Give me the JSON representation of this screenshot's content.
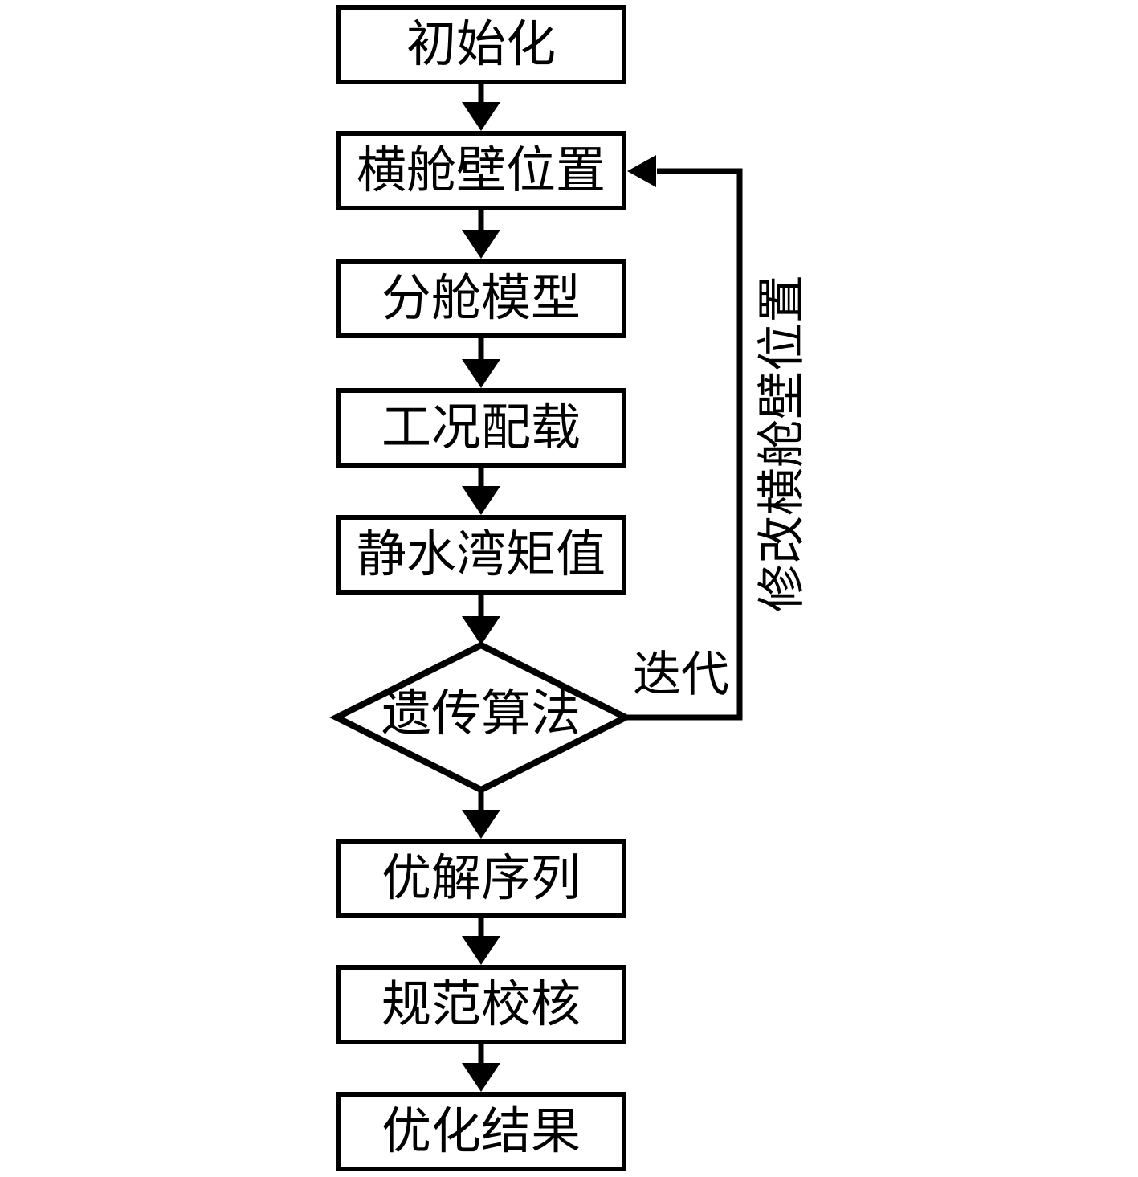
{
  "diagram": {
    "type": "flowchart",
    "title": "",
    "background_color": "#ffffff",
    "line_color": "#000000",
    "text_color": "#000000",
    "nodes": [
      {
        "id": "initialization",
        "shape": "rectangle",
        "label": "初始化"
      },
      {
        "id": "bulkhead-position",
        "shape": "rectangle",
        "label": "横舱壁位置"
      },
      {
        "id": "compartment-model",
        "shape": "rectangle",
        "label": "分舱模型"
      },
      {
        "id": "loading-condition",
        "shape": "rectangle",
        "label": "工况配载"
      },
      {
        "id": "still-water-bending-moment",
        "shape": "rectangle",
        "label": "静水湾矩值"
      },
      {
        "id": "genetic-algorithm",
        "shape": "diamond",
        "label": "遗传算法"
      },
      {
        "id": "optimal-solution-sequence",
        "shape": "rectangle",
        "label": "优解序列"
      },
      {
        "id": "rule-check",
        "shape": "rectangle",
        "label": "规范校核"
      },
      {
        "id": "optimization-result",
        "shape": "rectangle",
        "label": "优化结果"
      }
    ],
    "edges": [
      {
        "from": "initialization",
        "to": "bulkhead-position"
      },
      {
        "from": "bulkhead-position",
        "to": "compartment-model"
      },
      {
        "from": "compartment-model",
        "to": "loading-condition"
      },
      {
        "from": "loading-condition",
        "to": "still-water-bending-moment"
      },
      {
        "from": "still-water-bending-moment",
        "to": "genetic-algorithm"
      },
      {
        "from": "genetic-algorithm",
        "to": "optimal-solution-sequence"
      },
      {
        "from": "optimal-solution-sequence",
        "to": "rule-check"
      },
      {
        "from": "rule-check",
        "to": "optimization-result"
      },
      {
        "from": "genetic-algorithm",
        "to": "bulkhead-position",
        "label": "迭代",
        "feedback_label": "修改横舱壁位置"
      }
    ]
  }
}
